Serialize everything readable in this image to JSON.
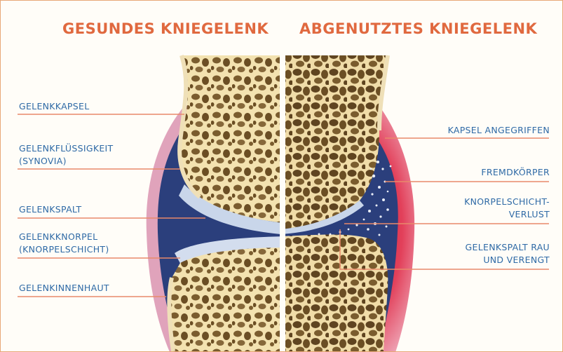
{
  "titles": {
    "left": "GESUNDES KNIEGELENK",
    "right": "ABGENUTZTES KNIEGELENK"
  },
  "left_labels": {
    "capsule": "GELENKKAPSEL",
    "fluid_1": "GELENKFLÜSSIGKEIT",
    "fluid_2": "(SYNOVIA)",
    "gap": "GELENKSPALT",
    "cartilage_1": "GELENKKNORPEL",
    "cartilage_2": "(KNORPELSCHICHT)",
    "membrane": "GELENKINNENHAUT"
  },
  "right_labels": {
    "capsule": "KAPSEL ANGEGRIFFEN",
    "foreign": "FREMDKÖRPER",
    "loss_1": "KNORPELSCHICHT-",
    "loss_2": "VERLUST",
    "gap_1": "GELENKSPALT RAU",
    "gap_2": "UND VERENGT"
  },
  "colors": {
    "title": "#e0693f",
    "label": "#2f6aa6",
    "leader": "#e8896a",
    "bone": "#f3e2b0",
    "pore": "#7a5c2e",
    "cartilage": "#c9d6ea",
    "synovia": "#2b3f7c",
    "capsule": "#d89ab3",
    "inflamed": "#d6233a"
  }
}
